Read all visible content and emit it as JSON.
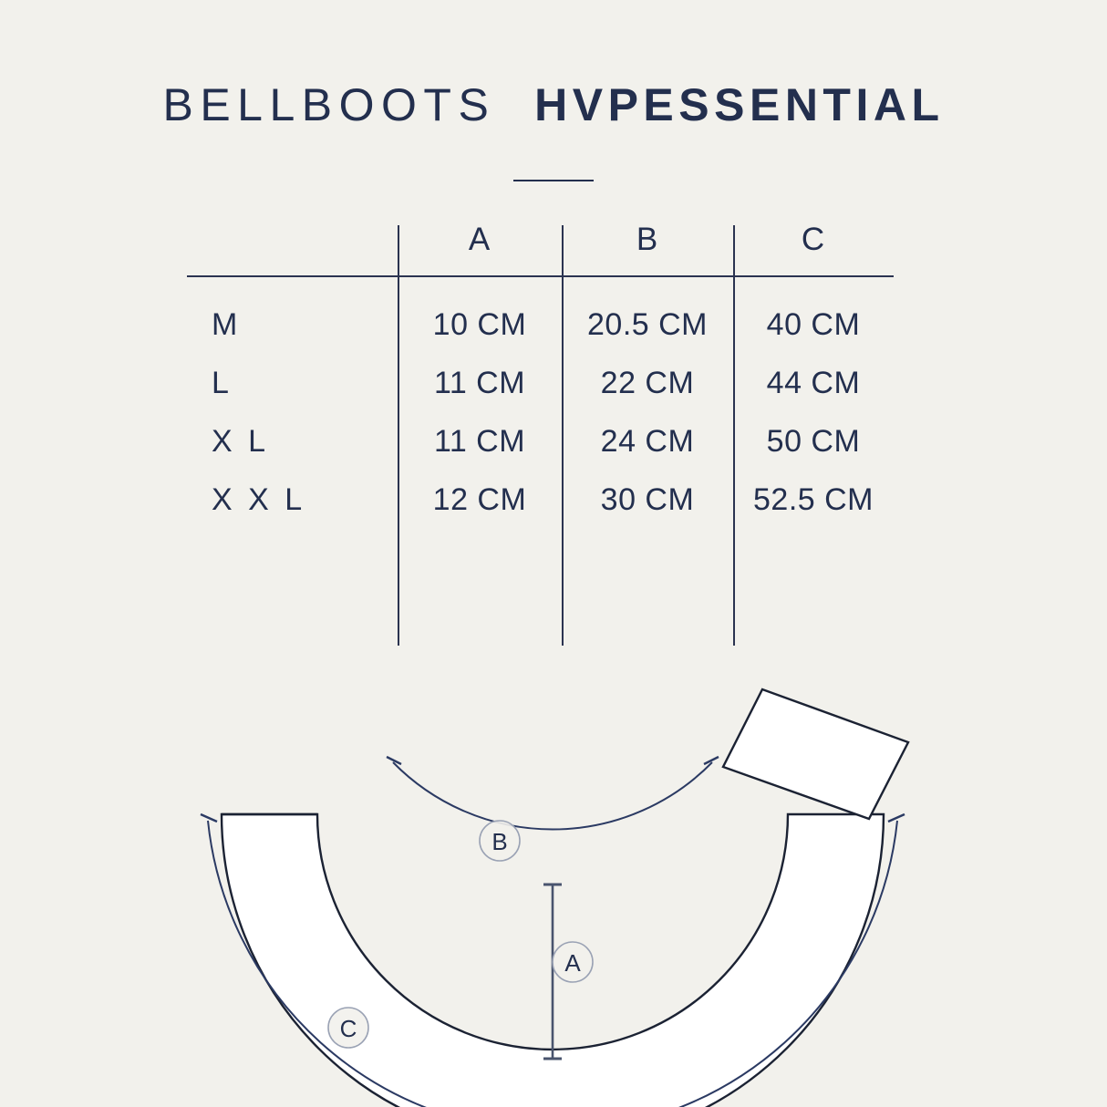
{
  "background_color": "#f2f1ec",
  "ink_color": "#232f4e",
  "header": {
    "title_light": "BELLBOOTS",
    "title_bold": "HVPESSENTIAL",
    "divider": "title-divider"
  },
  "table": {
    "columns": [
      "",
      "A",
      "B",
      "C"
    ],
    "rows": [
      {
        "size": "M",
        "a": "10 CM",
        "b": "20.5 CM",
        "c": "40 CM"
      },
      {
        "size": "L",
        "a": "11 CM",
        "b": "22 CM",
        "c": "44 CM"
      },
      {
        "size": "X L",
        "a": "11 CM",
        "b": "24 CM",
        "c": "50 CM"
      },
      {
        "size": "X X L",
        "a": "12 CM",
        "b": "30 CM",
        "c": "52.5 CM"
      }
    ]
  },
  "diagram": {
    "product": "bell boot",
    "markers": [
      {
        "id": "A",
        "label": "A",
        "meaning": "band-width-vertical"
      },
      {
        "id": "B",
        "label": "B",
        "meaning": "inner-arc-length"
      },
      {
        "id": "C",
        "label": "C",
        "meaning": "outer-arc-length"
      }
    ],
    "shape_fill": "#ffffff",
    "shape_stroke": "#1b2233",
    "dimension_stroke": "#2b3a63"
  }
}
